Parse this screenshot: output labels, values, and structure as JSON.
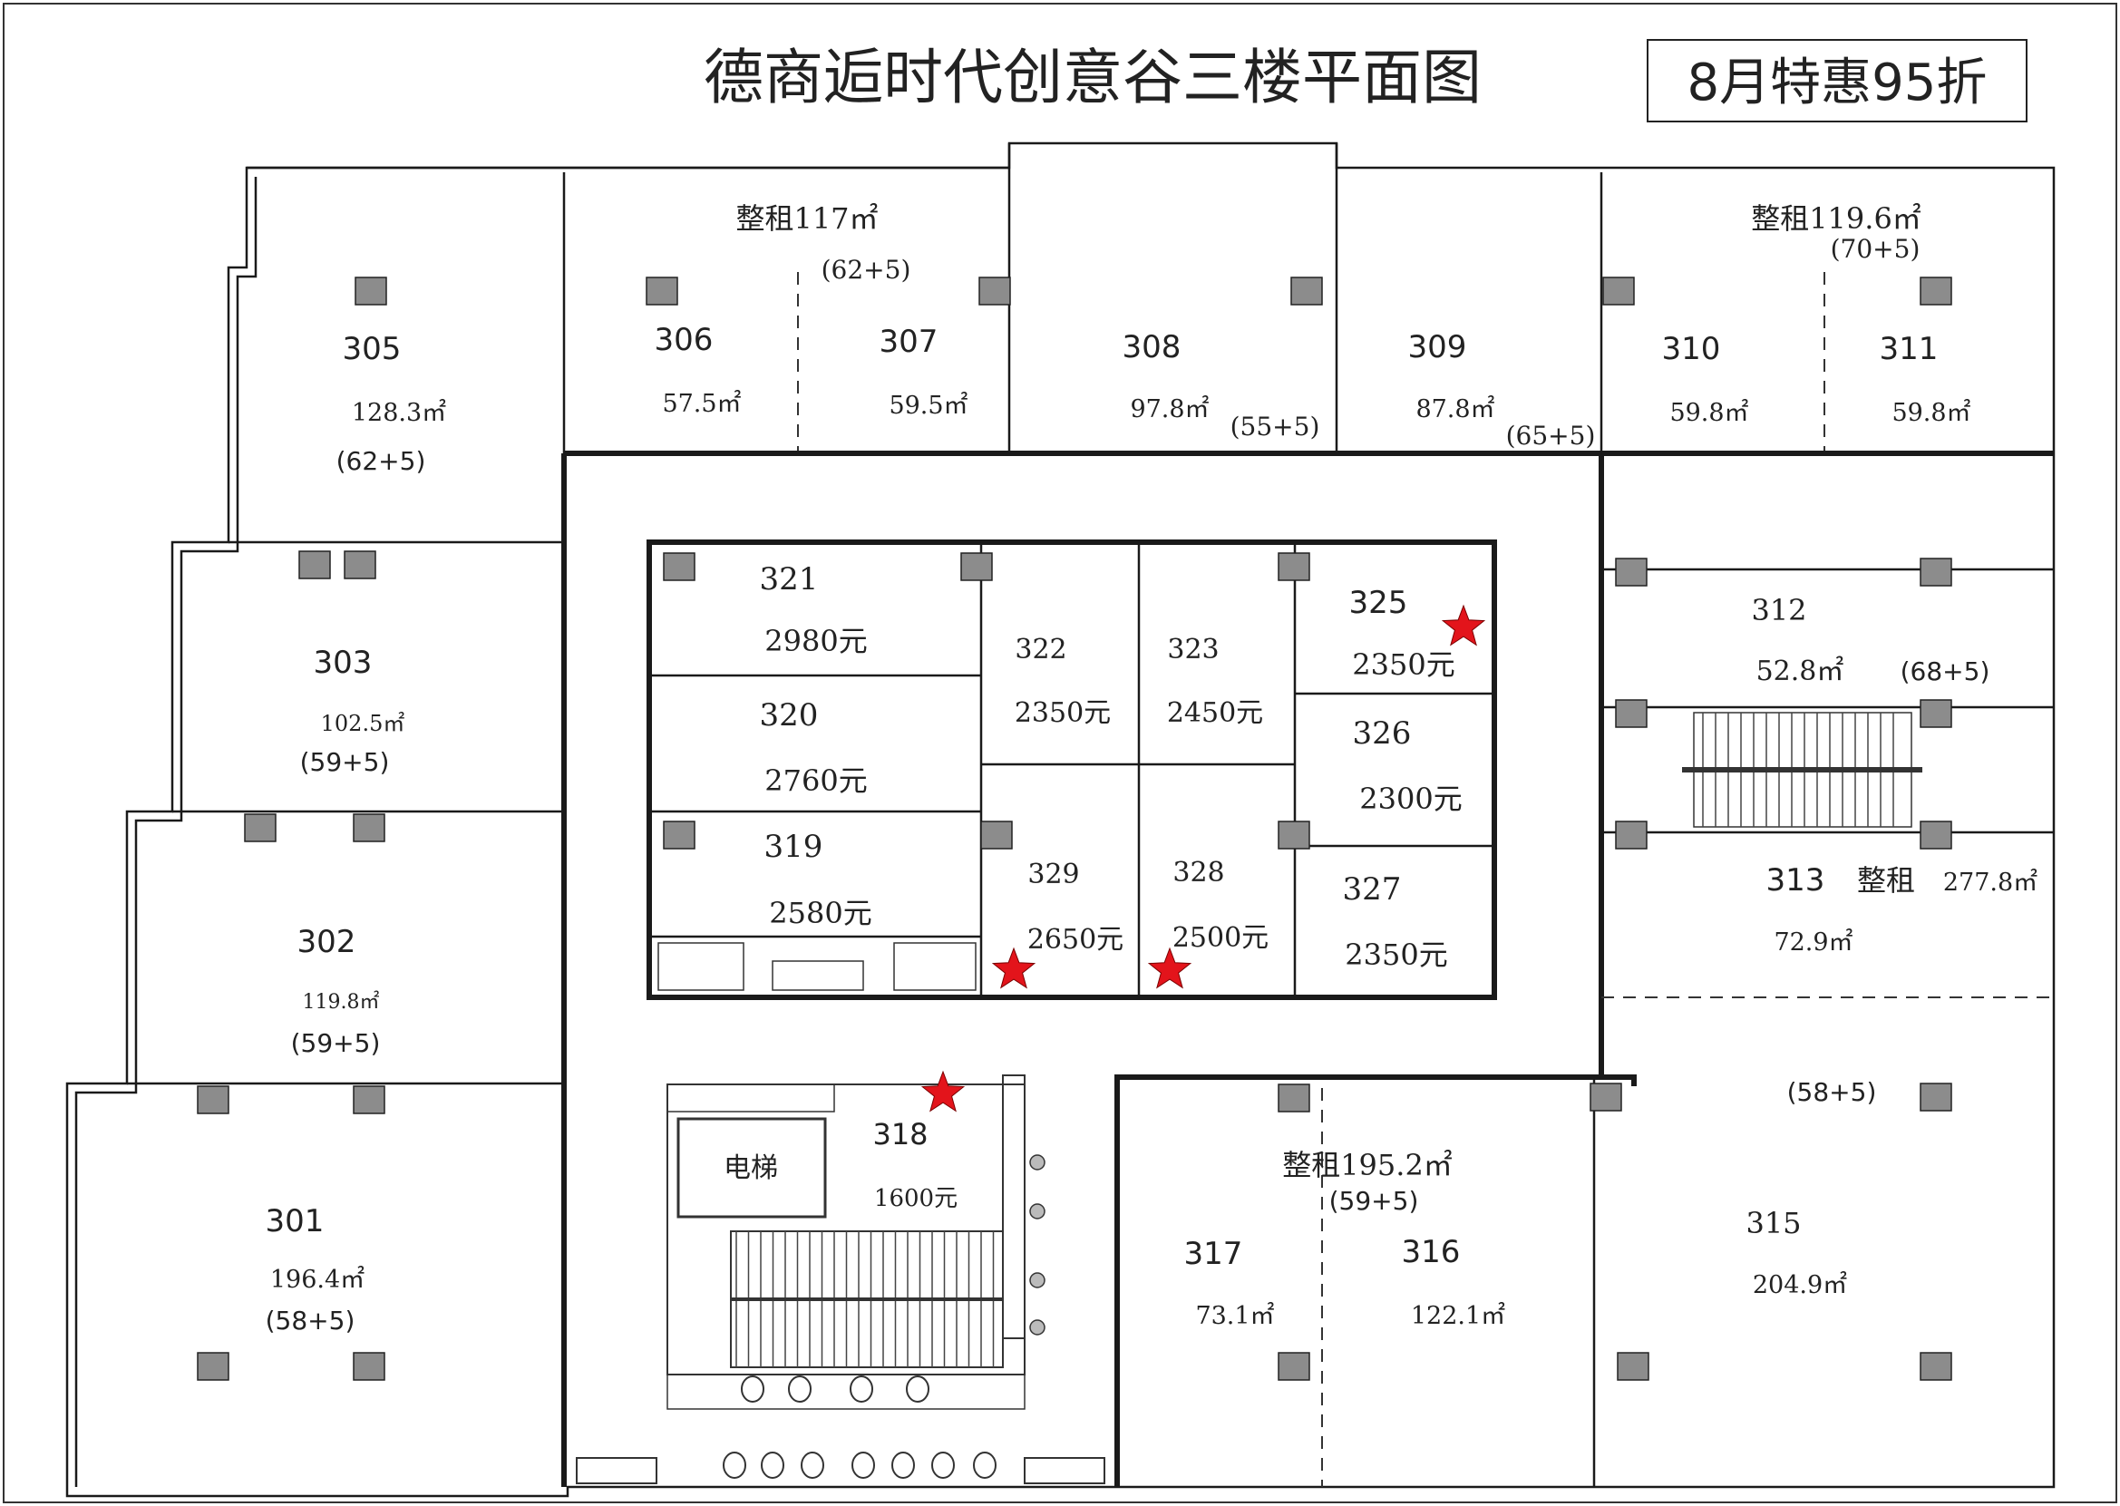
{
  "title": "德商逅时代创意谷三楼平面图",
  "promo": "8月特惠95折",
  "colors": {
    "star": "#e3141b",
    "column": "#8c8c8c",
    "wall": "#1a1a1a"
  },
  "elevator_label": "电梯",
  "whole_rent": {
    "r306_307": {
      "label": "整租117㎡",
      "sub": "(62+5)"
    },
    "r310_311": {
      "label": "整租119.6㎡",
      "sub": "(70+5)"
    },
    "r313": {
      "label": "整租",
      "area": "277.8㎡"
    },
    "r316_317": {
      "label": "整租195.2㎡",
      "sub": "(59+5)"
    }
  },
  "rooms": [
    {
      "id": "305",
      "area": "128.3㎡",
      "note": "(62+5)"
    },
    {
      "id": "306",
      "area": "57.5㎡"
    },
    {
      "id": "307",
      "area": "59.5㎡"
    },
    {
      "id": "308",
      "area": "97.8㎡",
      "note": "(55+5)"
    },
    {
      "id": "309",
      "area": "87.8㎡",
      "note": "(65+5)"
    },
    {
      "id": "310",
      "area": "59.8㎡"
    },
    {
      "id": "311",
      "area": "59.8㎡"
    },
    {
      "id": "303",
      "area": "102.5㎡",
      "note": "(59+5)"
    },
    {
      "id": "302",
      "area": "119.8㎡",
      "note": "(59+5)"
    },
    {
      "id": "301",
      "area": "196.4㎡",
      "note": "(58+5)"
    },
    {
      "id": "312",
      "area": "52.8㎡",
      "note": "(68+5)"
    },
    {
      "id": "313",
      "area": "72.9㎡"
    },
    {
      "id": "315",
      "area": "204.9㎡",
      "note": "(58+5)"
    },
    {
      "id": "316",
      "area": "122.1㎡"
    },
    {
      "id": "317",
      "area": "73.1㎡"
    },
    {
      "id": "318",
      "price": "1600元"
    },
    {
      "id": "319",
      "price": "2580元"
    },
    {
      "id": "320",
      "price": "2760元"
    },
    {
      "id": "321",
      "price": "2980元"
    },
    {
      "id": "322",
      "price": "2350元"
    },
    {
      "id": "323",
      "price": "2450元"
    },
    {
      "id": "325",
      "price": "2350元"
    },
    {
      "id": "326",
      "price": "2300元"
    },
    {
      "id": "327",
      "price": "2350元"
    },
    {
      "id": "328",
      "price": "2500元"
    },
    {
      "id": "329",
      "price": "2650元"
    }
  ]
}
